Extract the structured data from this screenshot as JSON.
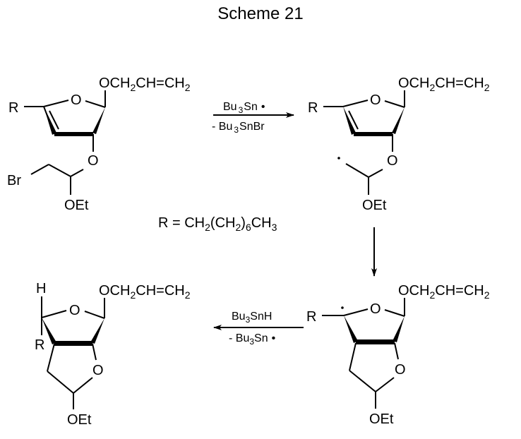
{
  "title": "Scheme 21",
  "r_definition": {
    "lhs": "R = CH",
    "parts": [
      "R = CH",
      "2",
      "(CH",
      "2",
      ")",
      "6",
      "CH",
      "3"
    ]
  },
  "labels": {
    "R": "R",
    "O": "O",
    "Br": "Br",
    "H": "H",
    "OEt": "OEt",
    "allyloxy": {
      "o": "OCH",
      "s1": "2",
      "mid": "CH=CH",
      "s2": "2"
    }
  },
  "arrows": {
    "step1": {
      "above": {
        "a": "Bu",
        "sub": "3",
        "b": "Sn",
        "radical": "•"
      },
      "below": {
        "a": "- Bu",
        "sub": "3",
        "b": "SnBr"
      }
    },
    "step2": {
      "direction": "down"
    },
    "step3": {
      "above": {
        "a": "Bu",
        "sub": "3",
        "b": "SnH"
      },
      "below": {
        "a": "- Bu",
        "sub": "3",
        "b": "Sn",
        "radical": "•"
      }
    }
  },
  "molecules": [
    {
      "id": "bromoacetal-starting-material",
      "substituents": [
        "R",
        "OCH2CH=CH2",
        "Br",
        "OEt"
      ]
    },
    {
      "id": "primary-radical",
      "substituents": [
        "R",
        "OCH2CH=CH2",
        "OEt"
      ]
    },
    {
      "id": "cyclized-radical",
      "substituents": [
        "R",
        "OCH2CH=CH2",
        "OEt"
      ]
    },
    {
      "id": "bicyclic-product",
      "substituents": [
        "H",
        "R",
        "OCH2CH=CH2",
        "OEt"
      ]
    }
  ]
}
